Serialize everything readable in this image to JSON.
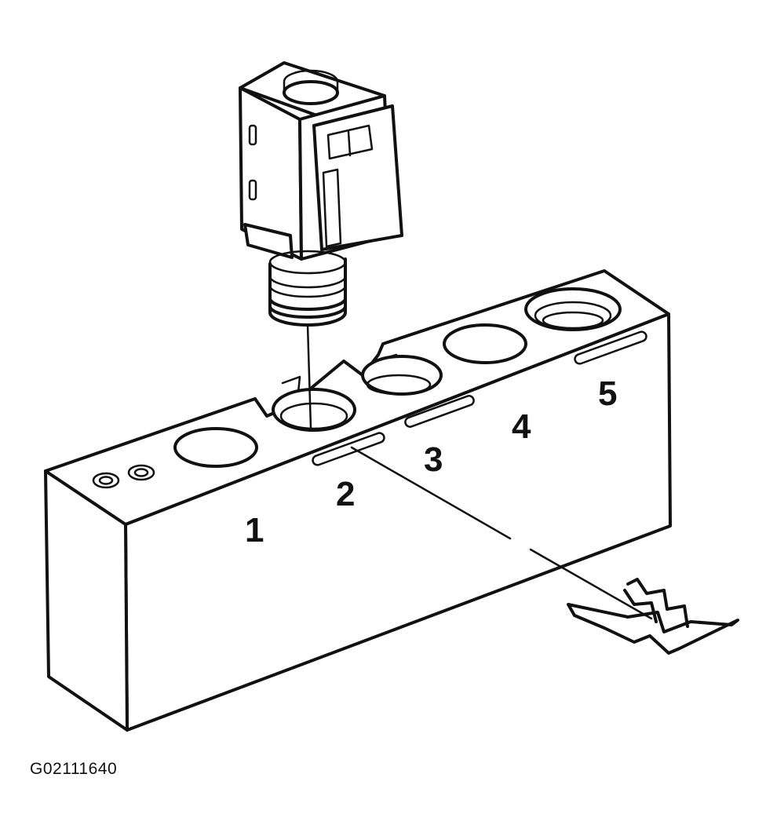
{
  "figure_id": "G02111640",
  "position_labels": [
    "1",
    "2",
    "3",
    "4",
    "5"
  ],
  "colors": {
    "line": "#111111",
    "background": "#ffffff"
  }
}
